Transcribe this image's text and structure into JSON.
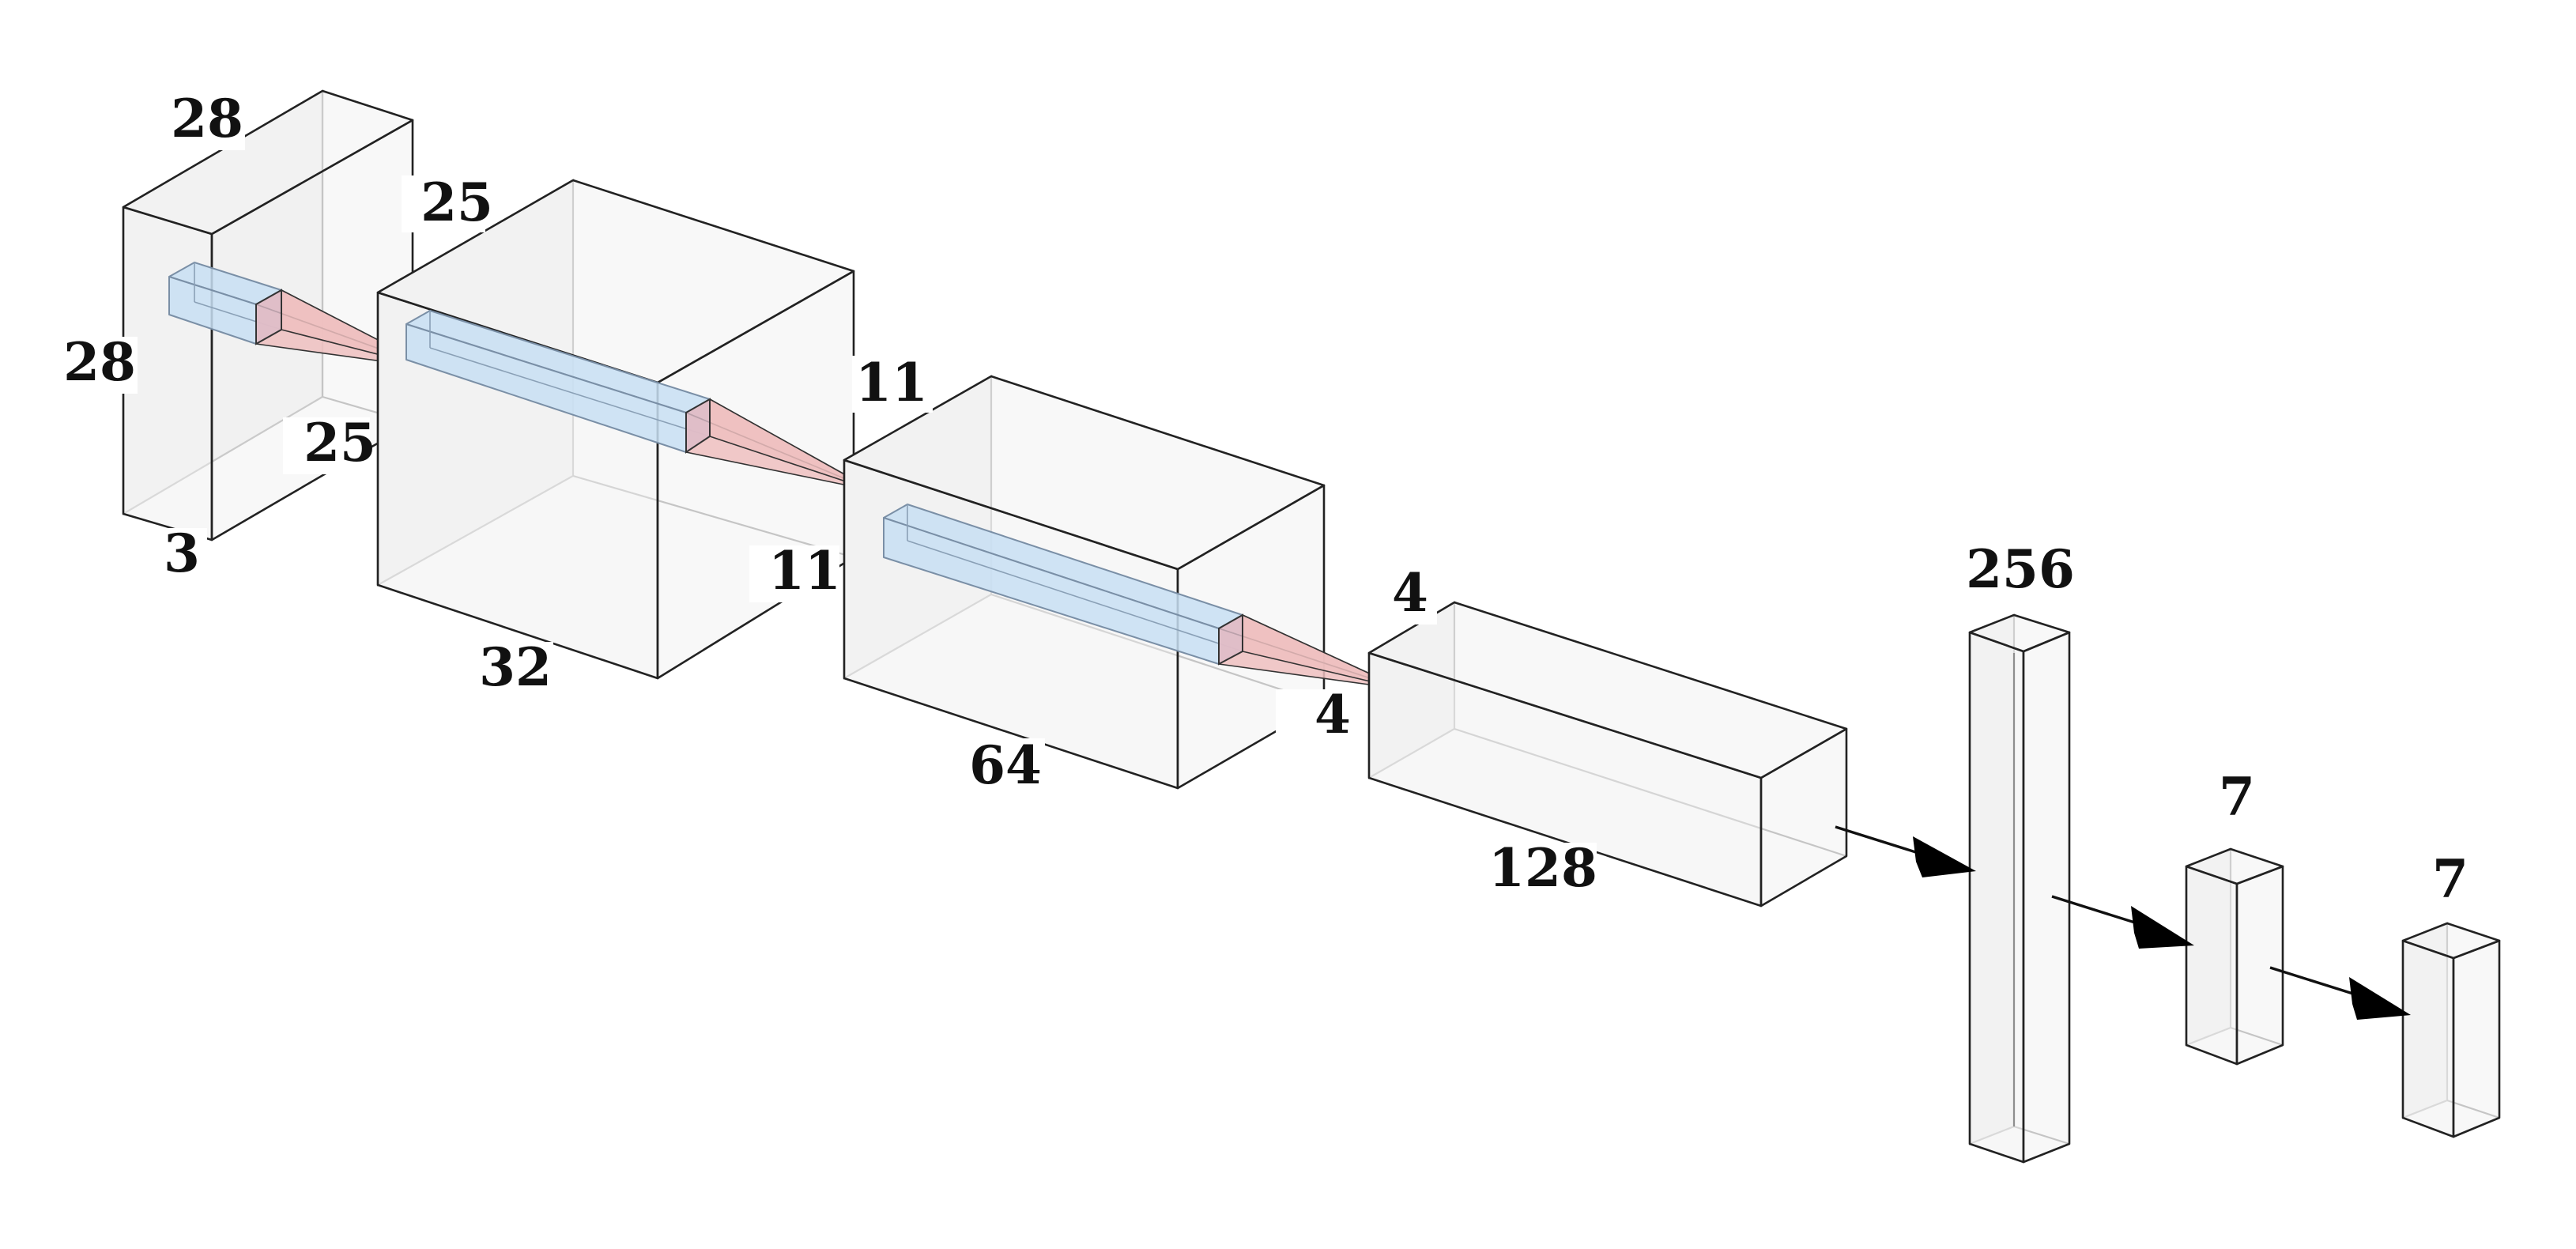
{
  "diagram": {
    "layers": [
      {
        "id": "input",
        "labels": {
          "top": "28",
          "side": "28",
          "depth": "3"
        }
      },
      {
        "id": "conv1",
        "labels": {
          "top": "25",
          "side": "25",
          "depth": "32"
        }
      },
      {
        "id": "conv2",
        "labels": {
          "top": "11",
          "side": "11",
          "depth": "64"
        }
      },
      {
        "id": "conv3",
        "labels": {
          "top": "4",
          "side": "4",
          "depth": "128"
        }
      },
      {
        "id": "dense1",
        "labels": {
          "top": "256"
        }
      },
      {
        "id": "dense2",
        "labels": {
          "top": "7"
        }
      },
      {
        "id": "dense3",
        "labels": {
          "top": "7"
        }
      }
    ]
  }
}
